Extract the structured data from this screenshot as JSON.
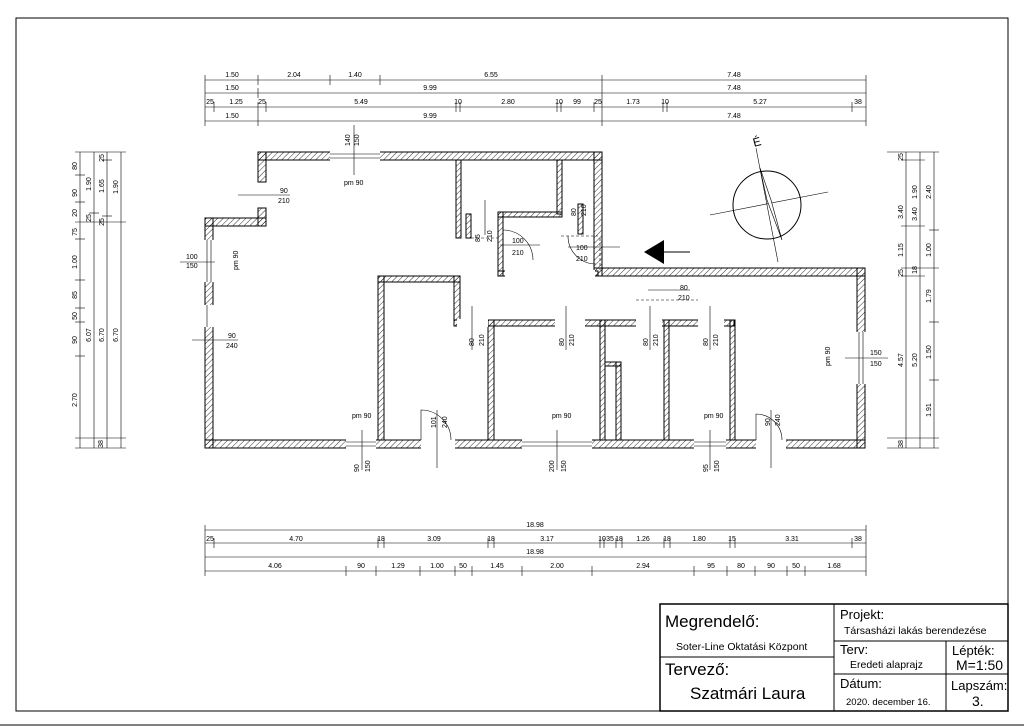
{
  "dims": {
    "top_row1": [
      "1.50",
      "2.04",
      "1.40",
      "6.55",
      "7.48"
    ],
    "top_row2": [
      "1.50",
      "9.99",
      "7.48"
    ],
    "top_row3": [
      "25",
      "1.25",
      "25",
      "5.49",
      "10",
      "2.80",
      "10",
      "99",
      "25",
      "1.73",
      "10",
      "5.27",
      "38"
    ],
    "top_row4": [
      "1.50",
      "9.99",
      "7.48"
    ],
    "left_col1": [
      "80",
      "90",
      "20",
      "75",
      "1.00",
      "85",
      "50",
      "90",
      "2.70",
      "38"
    ],
    "left_col2": [
      "1.90",
      "1.65",
      "6.07",
      "25"
    ],
    "left_col3": [
      "25",
      "1.90",
      "25",
      "6.70"
    ],
    "left_col4": [
      "6.70"
    ],
    "right_col1": [
      "25",
      "3.40",
      "1.15",
      "25",
      "4.57",
      "38"
    ],
    "right_col2": [
      "1.90",
      "3.40",
      "18",
      "5.20"
    ],
    "right_col3": [
      "2.40",
      "1.00",
      "1.79",
      "1.50",
      "1.91"
    ],
    "bottom_row1": [
      "18.98"
    ],
    "bottom_row2": [
      "25",
      "4.70",
      "18",
      "3.09",
      "18",
      "3.17",
      "10",
      "35",
      "18",
      "1.26",
      "18",
      "1.80",
      "15",
      "3.31",
      "38"
    ],
    "bottom_row3": [
      "18.98"
    ],
    "bottom_row4": [
      "4.06",
      "90",
      "1.29",
      "1.00",
      "50",
      "1.45",
      "2.00",
      "2.94",
      "95",
      "80",
      "90",
      "50",
      "1.68"
    ]
  },
  "labels": {
    "win_top": [
      "140",
      "150"
    ],
    "pm90": "pm 90",
    "door_a": [
      "90",
      "210"
    ],
    "win_left": [
      "100",
      "150"
    ],
    "door_left": [
      "90",
      "240"
    ],
    "door_hall": [
      "100",
      "210"
    ],
    "door_b": [
      "100",
      "210"
    ],
    "door_c": [
      "80",
      "210"
    ],
    "door_d": [
      "80",
      "210"
    ],
    "door_e": [
      "85",
      "210"
    ],
    "door_f": [
      "80",
      "210"
    ],
    "door_g": [
      "80",
      "210"
    ],
    "door_h": [
      "80",
      "210"
    ],
    "door_i": [
      "80",
      "210"
    ],
    "door_j": [
      "101",
      "240"
    ],
    "door_k": [
      "90",
      "240"
    ],
    "win_right": [
      "150",
      "150"
    ],
    "win_b1": [
      "90",
      "150"
    ],
    "win_b2": [
      "200",
      "150"
    ],
    "win_b3": [
      "95",
      "150"
    ],
    "north": "É"
  },
  "title_block": {
    "client_label": "Megrendelő:",
    "client_value": "Soter-Line Oktatási Központ",
    "designer_label": "Tervező:",
    "designer_value": "Szatmári Laura",
    "project_label": "Projekt:",
    "project_value": "Társasházi lakás berendezése",
    "plan_label": "Terv:",
    "plan_value": "Eredeti alaprajz",
    "scale_label": "Lépték:",
    "scale_value": "M=1:50",
    "date_label": "Dátum:",
    "date_value": "2020. december 16.",
    "sheet_label": "Lapszám:",
    "sheet_value": "3."
  }
}
